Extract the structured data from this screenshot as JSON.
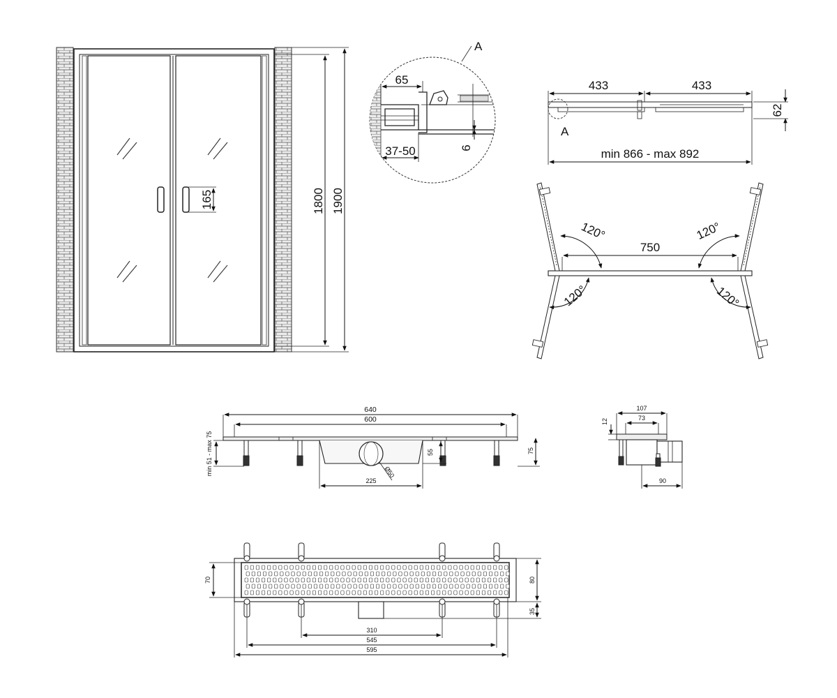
{
  "colors": {
    "line": "#111111",
    "brick_fill": "#e9e9e9",
    "glass_fill": "#ffffff",
    "background": "#ffffff"
  },
  "door_front_view": {
    "height_1": "1800",
    "height_2": "1900",
    "handle_dim": "165"
  },
  "detail_a": {
    "label": "A",
    "dim_65": "65",
    "dim_range": "37-50",
    "dim_6": "6"
  },
  "top_view": {
    "left_width": "433",
    "right_width": "433",
    "depth": "62",
    "detail_marker": "A",
    "overall_range": "min 866 - max 892"
  },
  "opening_view": {
    "angle_top_left": "120°",
    "angle_top_right": "120°",
    "angle_bottom_left": "120°",
    "angle_bottom_right": "120°",
    "opening_width": "750"
  },
  "drain_side_view": {
    "length_outer": "640",
    "length_inner": "600",
    "height_range": "min 51 - max 75",
    "depth_55": "55",
    "depth_75": "75",
    "outlet_diameter": "Ø50",
    "outlet_offset": "225"
  },
  "drain_section_view": {
    "width_107": "107",
    "width_73": "73",
    "height_12": "12",
    "outlet_90": "90"
  },
  "drain_plan_view": {
    "width_70": "70",
    "width_80": "80",
    "outlet_35": "35",
    "span_310": "310",
    "span_545": "545",
    "span_595": "595"
  }
}
